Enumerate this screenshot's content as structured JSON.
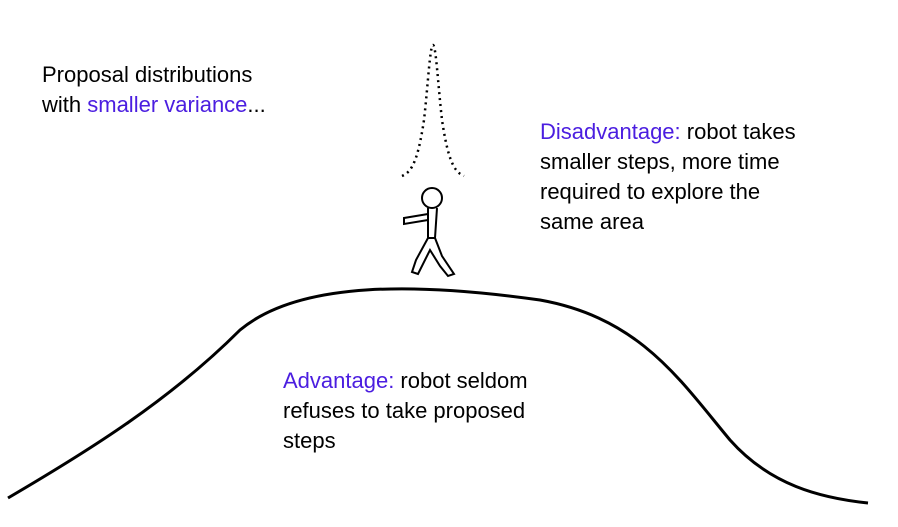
{
  "proposal_note": {
    "line1": "Proposal distributions",
    "line2_prefix": "with ",
    "line2_highlight": "smaller variance",
    "line2_suffix": "..."
  },
  "disadvantage_note": {
    "label": "Disadvantage:",
    "text": " robot takes",
    "lines": [
      "smaller steps, more time",
      "required to explore the",
      "same area"
    ]
  },
  "advantage_note": {
    "label": "Advantage:",
    "text": " robot seldom",
    "lines": [
      "refuses to take proposed",
      "steps"
    ]
  },
  "colors": {
    "accent": "#4b1ee0",
    "ink": "#000000"
  }
}
